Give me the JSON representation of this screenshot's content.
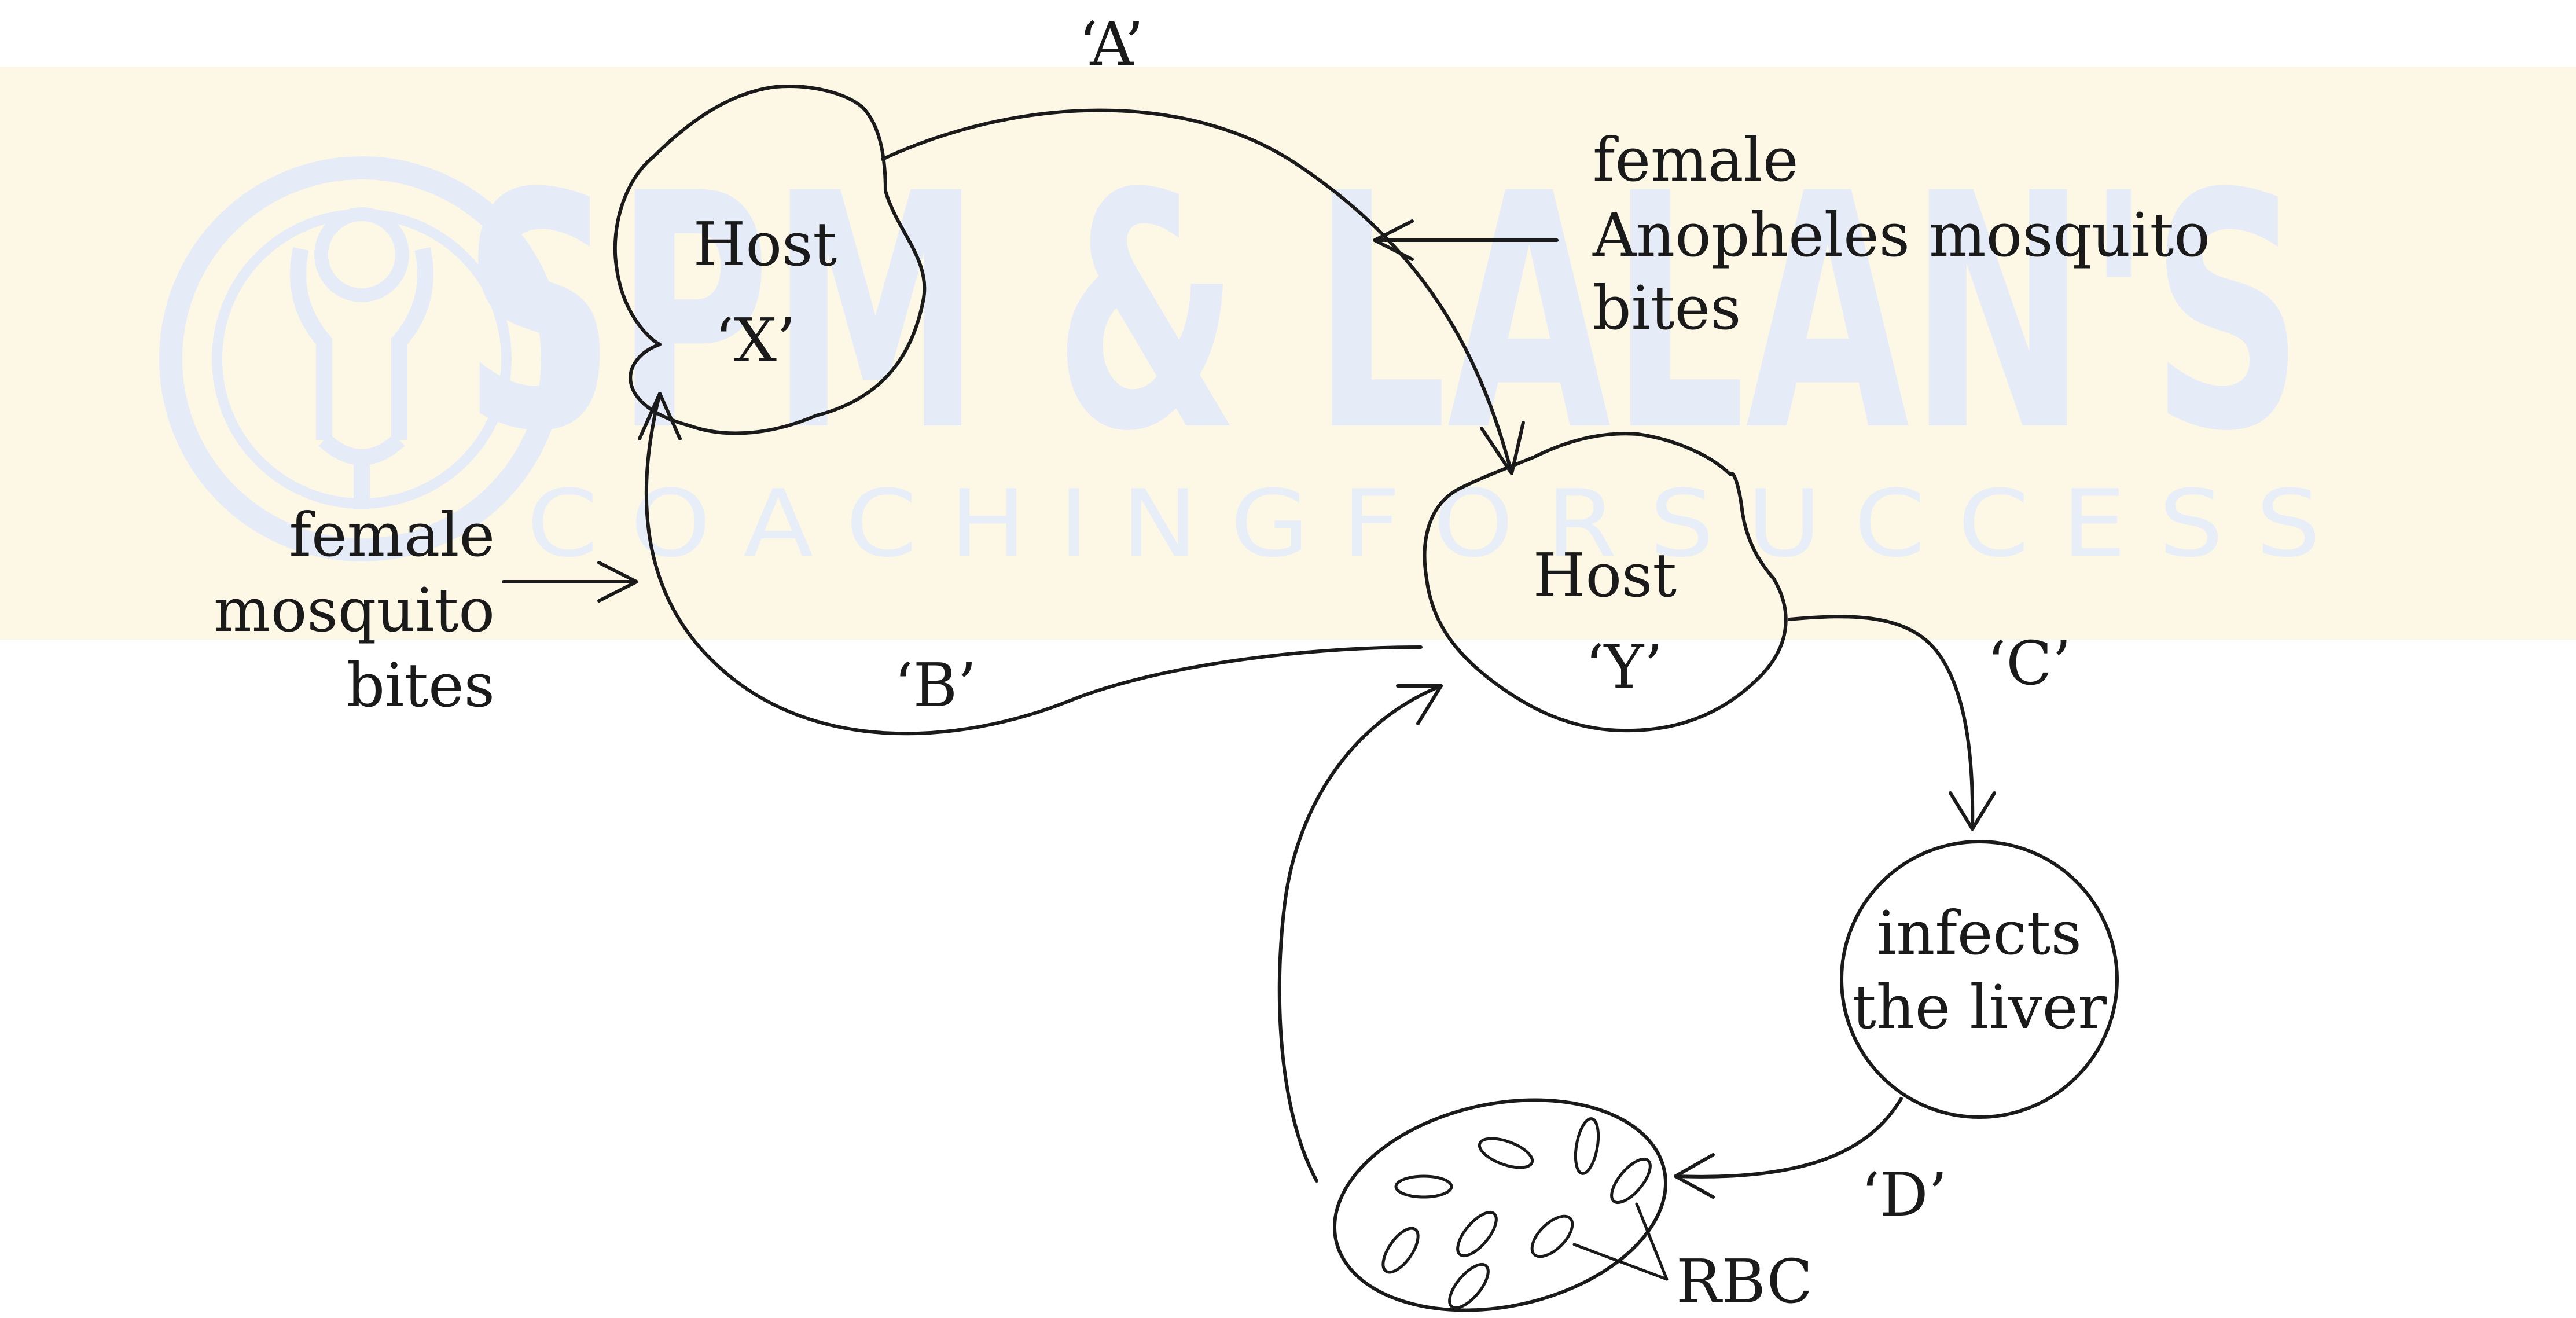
{
  "watermark": {
    "brand": "SPM & LALAN'S",
    "tagline": "C O A C H I N G   F O R   S U C C E S S"
  },
  "nodes": {
    "host_x": {
      "line1": "Host",
      "line2": "‘X’"
    },
    "host_y": {
      "line1": "Host",
      "line2": "‘Y’"
    },
    "liver": {
      "line1": "infects",
      "line2": "the liver"
    },
    "rbc": {
      "label": "RBC"
    }
  },
  "edges": {
    "a": "‘A’",
    "b": "‘B’",
    "c": "‘C’",
    "d": "‘D’"
  },
  "annotations": {
    "anopheles": {
      "line1": "female",
      "line2": "Anopheles mosquito",
      "line3": "bites"
    },
    "mosquito": {
      "line1": "female",
      "line2": "mosquito",
      "line3": "bites"
    }
  },
  "colors": {
    "ink": "#1a1a1a",
    "watermark_band": "#fdf8e6",
    "watermark_text": "#e6ecf7"
  }
}
